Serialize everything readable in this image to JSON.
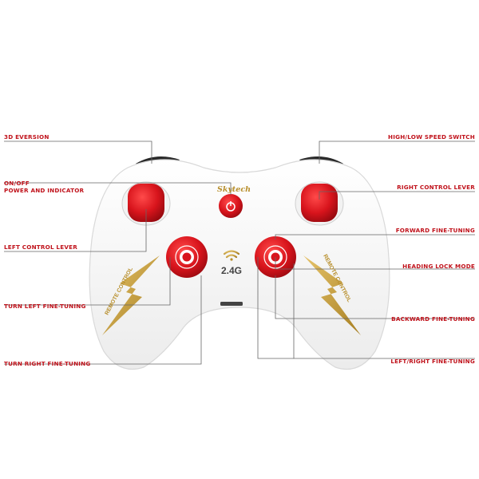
{
  "labels": {
    "eversion": "3D EVERSION",
    "onoff_line1": "ON/OFF",
    "onoff_line2": "POWER AND INDICATOR",
    "left_lever": "LEFT CONTROL LEVER",
    "turn_left": "TURN LEFT FINE-TUNING",
    "turn_right": "TURN RIGHT FINE-TUNING",
    "speed_switch": "HIGH/LOW SPEED SWITCH",
    "right_lever": "RIGHT CONTROL LEVER",
    "forward": "FORWARD FINE-TUNING",
    "heading_lock": "HEADING LOCK MODE",
    "backward": "BACKWARD FINE-TUNING",
    "left_right": "LEFT/RIGHT FINE-TUNING"
  },
  "controller": {
    "brand": "Skytech",
    "frequency": "2.4G",
    "side_text_left": "REMOTE CONTROL",
    "side_text_right": "REMOTE CONTROL"
  },
  "colors": {
    "label_red": "#c0121b",
    "button_red": "#d8141c",
    "gold": "#c9a23a",
    "body_white": "#fbfbfb",
    "line": "#666666"
  }
}
